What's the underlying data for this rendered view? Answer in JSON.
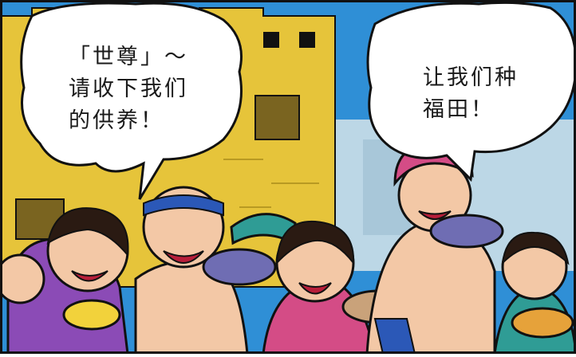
{
  "panel": {
    "bubbles": [
      {
        "lines": [
          "「世尊」～",
          "请收下我们",
          "的供养！"
        ]
      },
      {
        "lines": [
          "让我们种",
          "福田！"
        ]
      }
    ]
  },
  "colors": {
    "sky": "#2f8fd6",
    "wall": "#e6c43a",
    "skin": "#f3c8a6",
    "outline": "#111111",
    "turban_pink": "#d44c86",
    "turban_teal": "#2f9c95",
    "headband_blue": "#2b58b7",
    "purple_shirt": "#8b4bb6",
    "bubble_fill": "#ffffff"
  }
}
